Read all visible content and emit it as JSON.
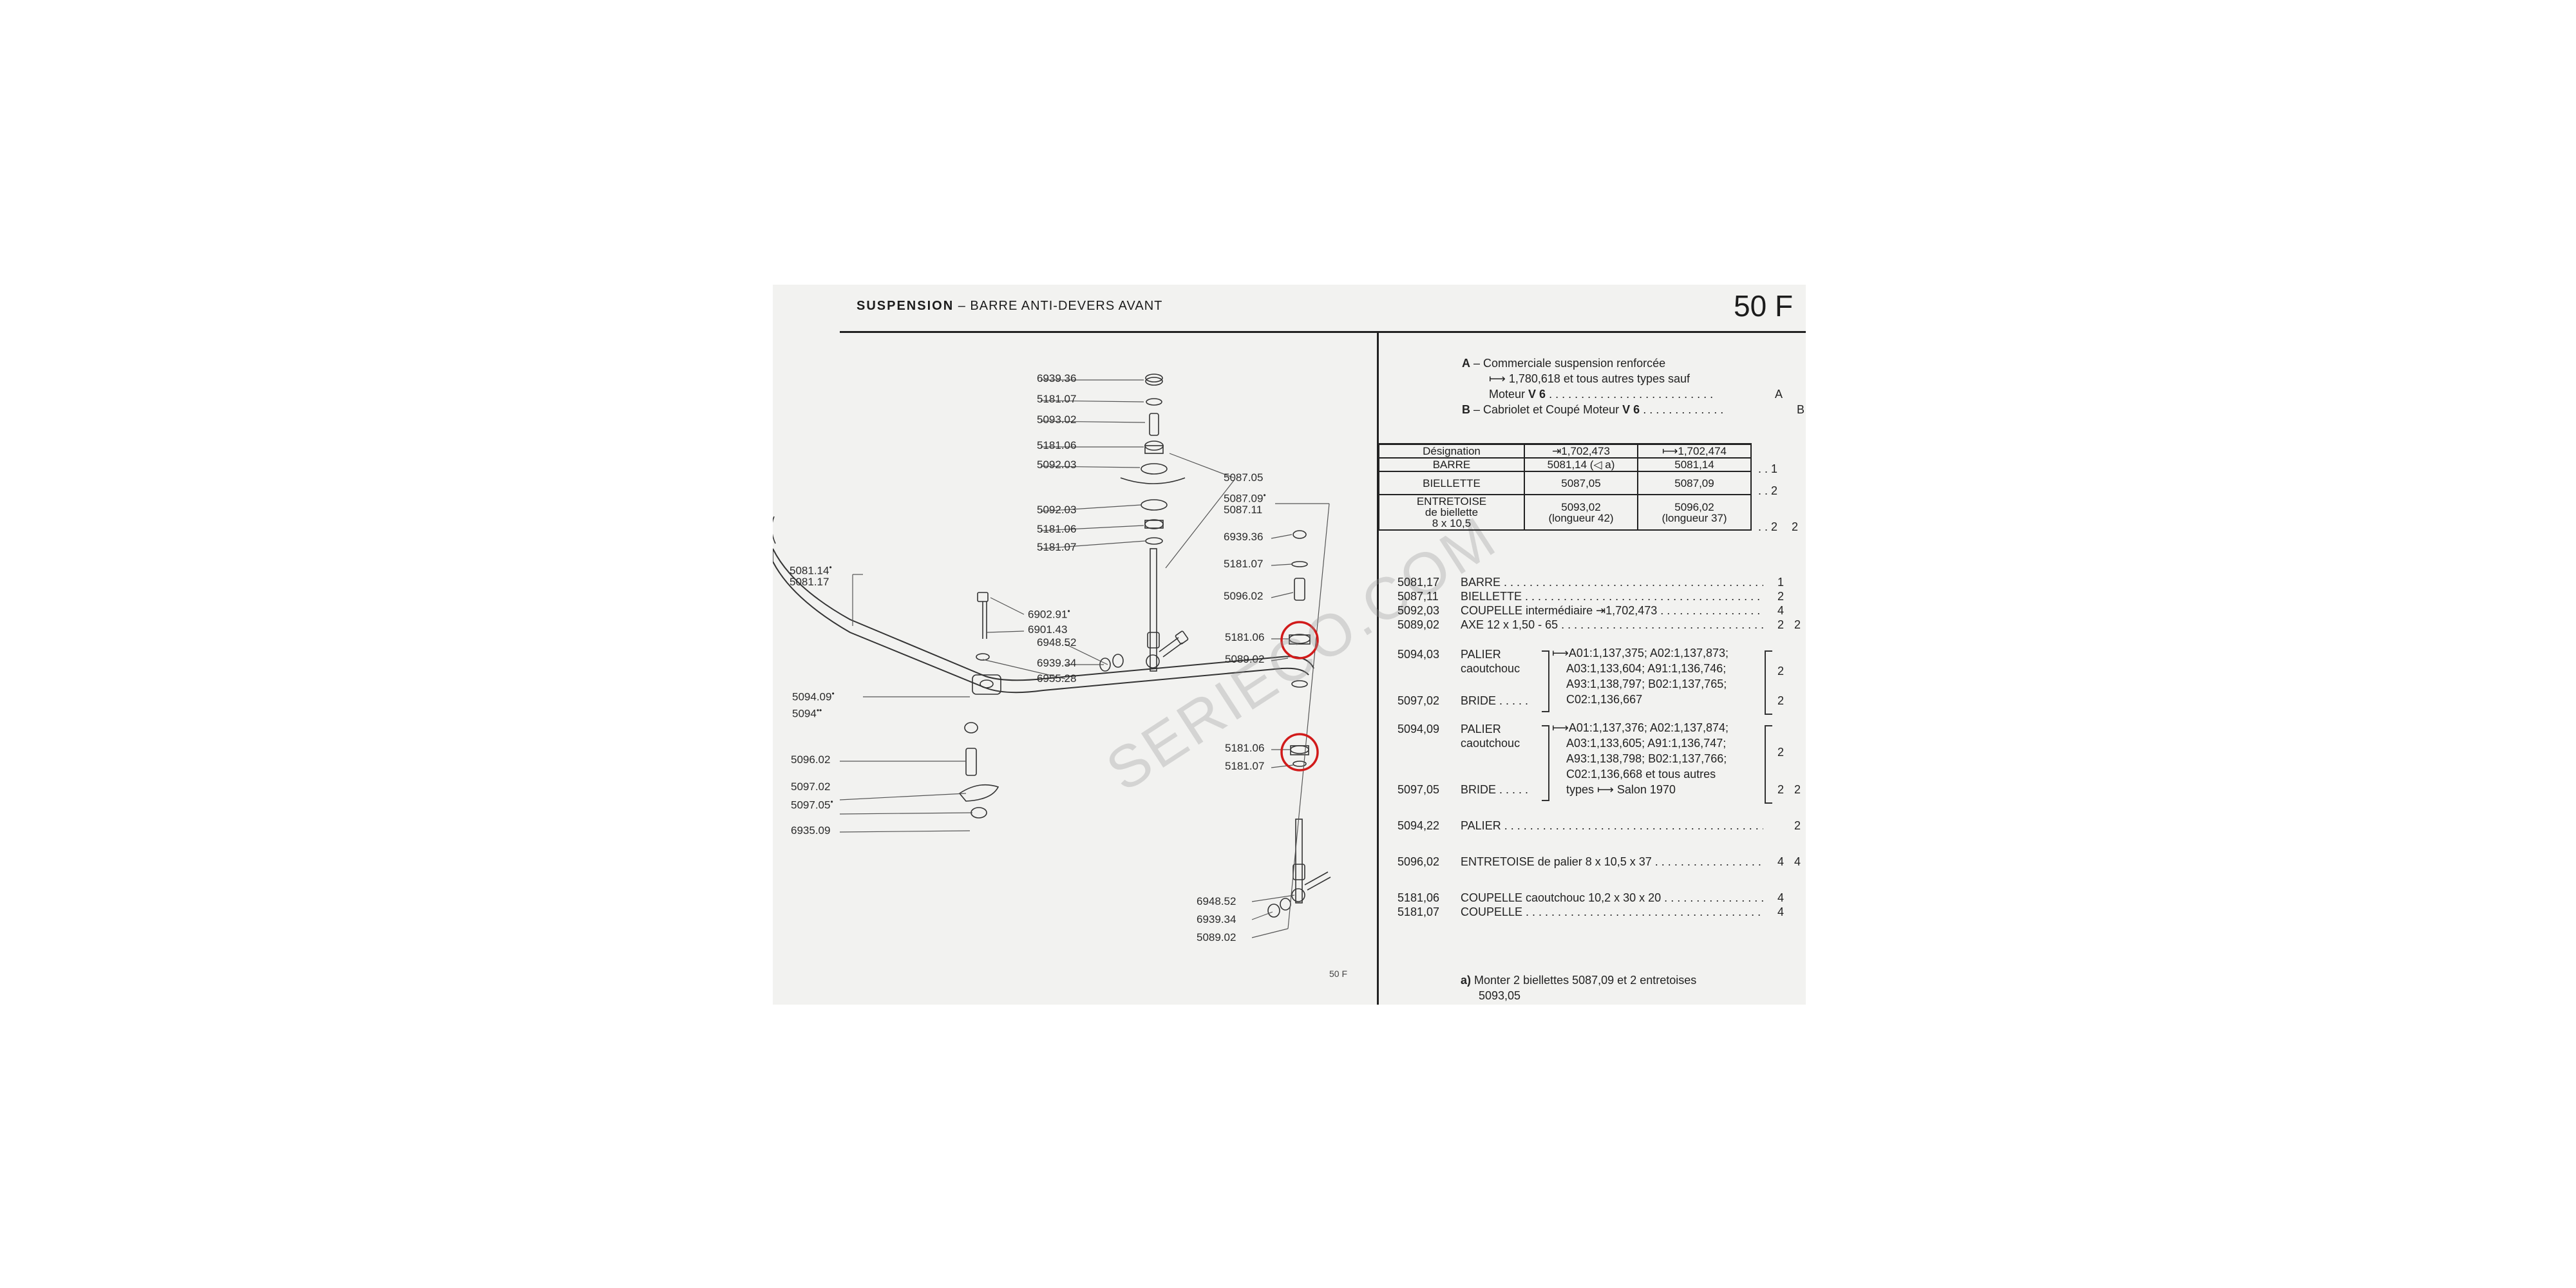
{
  "header": {
    "title_strong": "SUSPENSION",
    "title_rest": " – BARRE ANTI-DEVERS AVANT",
    "page_number": "50 F"
  },
  "watermark": "SERIECO.COM",
  "footer_mark": "50 F",
  "diagram_labels": {
    "l6939_36a": "6939.36",
    "l5181_07a": "5181.07",
    "l5093_02": "5093.02",
    "l5181_06a": "5181.06",
    "l5092_03a": "5092.03",
    "l5092_03b": "5092.03",
    "l5181_06b": "5181.06",
    "l5181_07b": "5181.07",
    "l5087_05": "5087.05",
    "l5087_09": "5087.09",
    "l5087_11": "5087.11",
    "l6939_36b": "6939.36",
    "l5181_07c": "5181.07",
    "l5096_02a": "5096.02",
    "l5181_06c": "5181.06",
    "l5089_02a": "5089.02",
    "l5181_06d": "5181.06",
    "l5181_07d": "5181.07",
    "l5081_14": "5081.14",
    "l5081_17": "5081.17",
    "l6902_91": "6902.91",
    "l6901_43": "6901.43",
    "l6948_52a": "6948.52",
    "l6939_34a": "6939.34",
    "l6955_28": "6955.28",
    "l5094_09": "5094.09",
    "l5094": "5094",
    "l5096_02b": "5096.02",
    "l5097_02": "5097.02",
    "l5097_05": "5097.05",
    "l6935_09": "6935.09",
    "l6948_52b": "6948.52",
    "l6939_34b": "6939.34",
    "l5089_02b": "5089.02"
  },
  "notes": {
    "a_letter": "A",
    "a_line1": "– Commerciale suspension renforcée",
    "a_line2": "1,780,618 et tous autres types sauf",
    "a_line3_pre": "Moteur ",
    "a_line3_bold": "V 6",
    "a_tag": "A",
    "b_letter": "B",
    "b_line_pre": "– Cabriolet et Coupé Moteur ",
    "b_line_bold": "V 6",
    "b_tag": "B"
  },
  "des_table": {
    "h1": "Désignation",
    "h2": "1,702,473",
    "h3": "1,702,474",
    "r1c1": "BARRE",
    "r1c2": "5081,14 (◁ a)",
    "r1c3": "5081,14",
    "r2c1": "BIELLETTE",
    "r2c2": "5087,05",
    "r2c3": "5087,09",
    "r3c1a": "ENTRETOISE",
    "r3c1b": "de biellette",
    "r3c1c": "8 x 10,5",
    "r3c2a": "5093,02",
    "r3c2b": "(longueur 42)",
    "r3c3a": "5096,02",
    "r3c3b": "(longueur 37)",
    "q1": "1",
    "q2": "2",
    "q3a": "2",
    "q3b": "2"
  },
  "parts": [
    {
      "ref": "5081,17",
      "desc": "BARRE",
      "q1": "1",
      "q2": ""
    },
    {
      "ref": "5087,11",
      "desc": "BIELLETTE",
      "q1": "2",
      "q2": ""
    },
    {
      "ref": "5092,03",
      "desc": "COUPELLE intermédiaire ⇥1,702,473",
      "q1": "4",
      "q2": ""
    },
    {
      "ref": "5089,02",
      "desc": "AXE 12 x 1,50 - 65",
      "q1": "2",
      "q2": "2"
    }
  ],
  "palier1": {
    "ref1": "5094,03",
    "d1": "PALIER",
    "d1b": "caoutchouc",
    "ref2": "5097,02",
    "d2": "BRIDE",
    "l1": "A01:1,137,375; A02:1,137,873;",
    "l2": "A03:1,133,604; A91:1,136,746;",
    "l3": "A93:1,138,797; B02:1,137,765;",
    "l4": "C02:1,136,667",
    "qa": "2",
    "qb": "2"
  },
  "palier2": {
    "ref1": "5094,09",
    "d1": "PALIER",
    "d1b": "caoutchouc",
    "ref2": "5097,05",
    "d2": "BRIDE",
    "l1": "A01:1,137,376; A02:1,137,874;",
    "l2": "A03:1,133,605; A91:1,136,747;",
    "l3": "A93:1,138,798; B02:1,137,766;",
    "l4": "C02:1,136,668 et tous autres",
    "l5": "types ⟼ Salon 1970",
    "qa": "2",
    "qb": "2",
    "qc": "2"
  },
  "more_parts": [
    {
      "ref": "5094,22",
      "desc": "PALIER",
      "q1": "",
      "q2": "2"
    },
    {
      "ref": "5096,02",
      "desc": "ENTRETOISE de palier 8 x 10,5 x 37",
      "q1": "4",
      "q2": "4"
    },
    {
      "ref": "5181,06",
      "desc": "COUPELLE caoutchouc 10,2 x 30 x 20",
      "q1": "4",
      "q2": ""
    },
    {
      "ref": "5181,07",
      "desc": "COUPELLE",
      "q1": "4",
      "q2": ""
    }
  ],
  "footnote": {
    "label": "a)",
    "line1": "Monter 2 biellettes 5087,09 et 2 entretoises",
    "line2": "5093,05"
  },
  "colors": {
    "page": "#f2f2f0",
    "ink": "#1c1c1c",
    "highlight_circle": "#d11a1a"
  }
}
